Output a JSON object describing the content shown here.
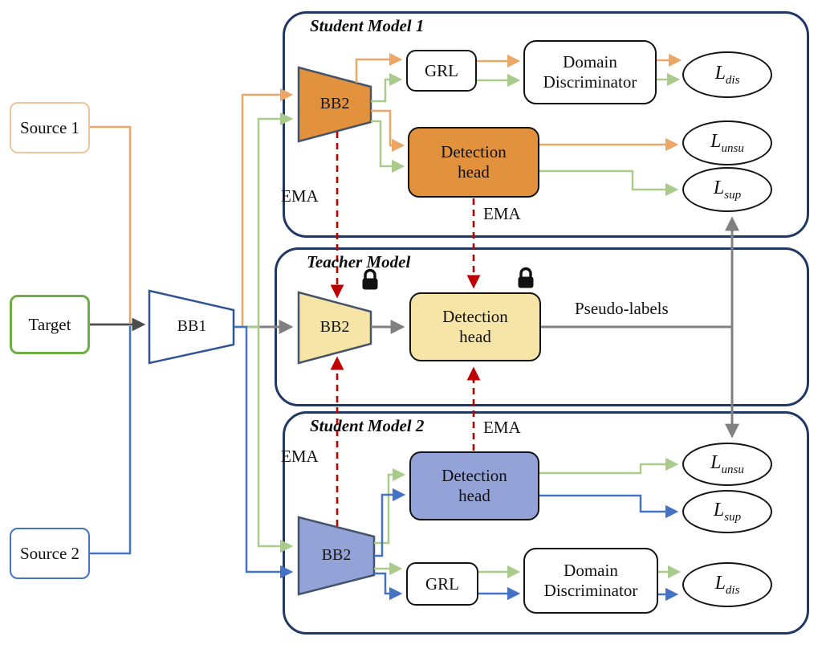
{
  "colors": {
    "orange_arrow": "#ECA766",
    "orange_fill": "#E2913C",
    "green_arrow": "#A9CB8C",
    "green_border": "#6FAE46",
    "blue": "#4472C4",
    "blue_fill": "#93A3D7",
    "yellow_fill": "#F6E5A6",
    "navy_border": "#1F3864",
    "red_dashed": "#C00000",
    "gray_arrow": "#808080"
  },
  "inputs": {
    "source1": "Source 1",
    "target": "Target",
    "source2": "Source 2"
  },
  "bb1": "BB1",
  "student1": {
    "title": "Student Model 1",
    "bb2": "BB2",
    "grl": "GRL",
    "domain_discriminator": "Domain Discriminator",
    "detection_head": "Detection head",
    "ema_backbone": "EMA",
    "ema_head": "EMA",
    "loss_dis": {
      "base": "L",
      "sub": "dis"
    },
    "loss_unsu": {
      "base": "L",
      "sub": "unsu"
    },
    "loss_sup": {
      "base": "L",
      "sub": "sup"
    }
  },
  "teacher": {
    "title": "Teacher Model",
    "bb2": "BB2",
    "detection_head": "Detection head",
    "pseudo_labels": "Pseudo-labels"
  },
  "student2": {
    "title": "Student Model 2",
    "bb2": "BB2",
    "grl": "GRL",
    "domain_discriminator": "Domain Discriminator",
    "detection_head": "Detection head",
    "ema_backbone": "EMA",
    "ema_head": "EMA",
    "loss_unsu": {
      "base": "L",
      "sub": "unsu"
    },
    "loss_sup": {
      "base": "L",
      "sub": "sup"
    },
    "loss_dis": {
      "base": "L",
      "sub": "dis"
    }
  }
}
